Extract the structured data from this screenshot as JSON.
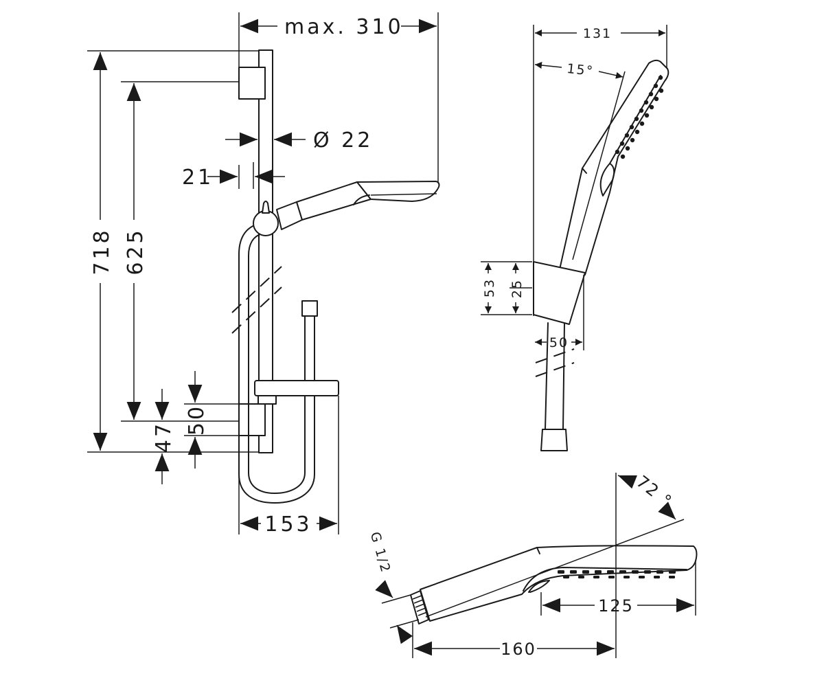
{
  "dimensions": {
    "max_width": "max.  310",
    "diameter": "Ø 22",
    "offset": "21",
    "total_height": "718",
    "bracket_height": "625",
    "gap_50": "50",
    "gap_47": "47",
    "hose_width": "153",
    "head_width": "131",
    "tilt_angle": "15°",
    "holder_53": "53",
    "holder_25": "25",
    "holder_50": "50",
    "spray_angle": "72 °",
    "thread": "G 1/2",
    "face_125": "125",
    "length_160": "160"
  }
}
